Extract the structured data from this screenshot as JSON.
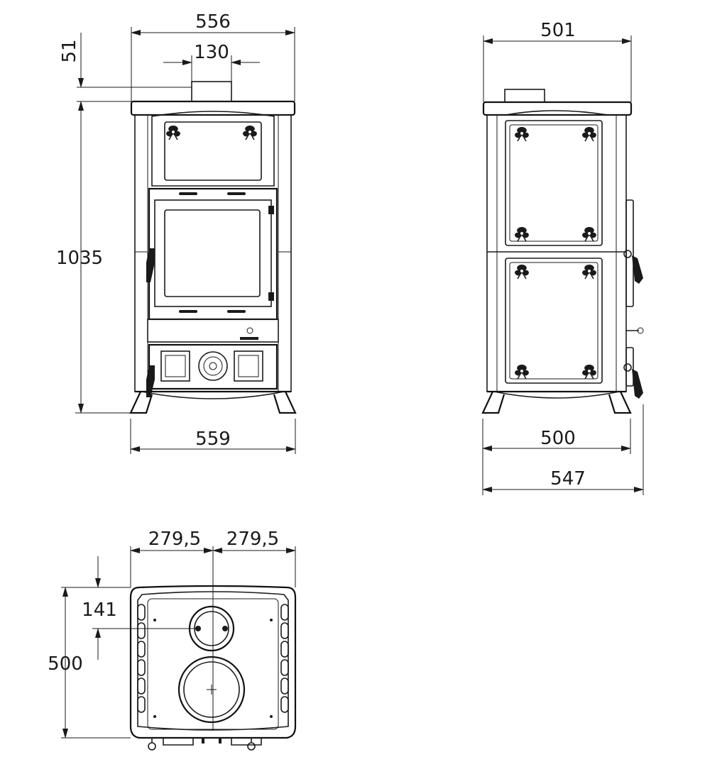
{
  "front_view": {
    "width_top": "556",
    "flue_width": "130",
    "flue_height": "51",
    "height": "1035",
    "width_bottom": "559"
  },
  "side_view": {
    "width_top": "501",
    "depth_body": "500",
    "depth_total": "547"
  },
  "top_view": {
    "half_width_left": "279,5",
    "half_width_right": "279,5",
    "flue_offset": "141",
    "depth": "500"
  }
}
